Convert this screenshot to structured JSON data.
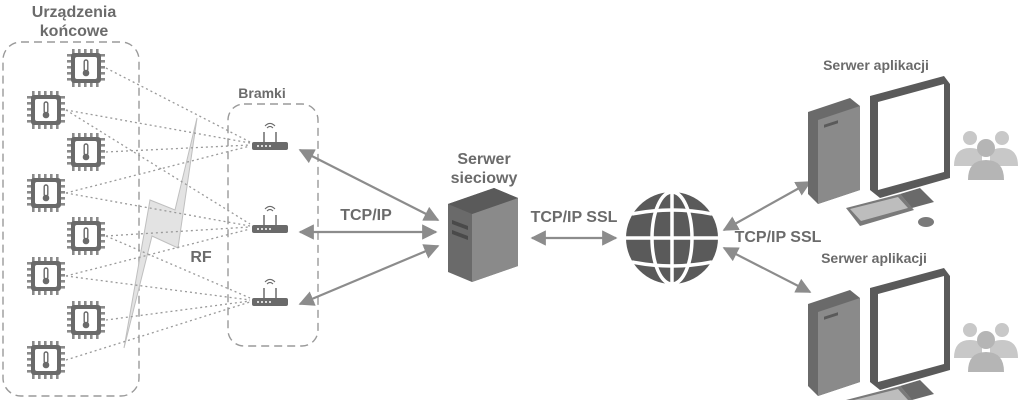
{
  "labels": {
    "devices_line1": "Urządzenia",
    "devices_line2": "końcowe",
    "gateways": "Bramki",
    "rf": "RF",
    "tcpip": "TCP/IP",
    "server_line1": "Serwer",
    "server_line2": "sieciowy",
    "tcpip_ssl_left": "TCP/IP SSL",
    "tcpip_ssl_right": "TCP/IP SSL",
    "app_server_top": "Serwer aplikacji",
    "app_server_bottom": "Serwer aplikacji"
  },
  "icons": {
    "device": "iot-sensor-chip-icon",
    "gateway": "router-icon",
    "network_server": "server-tower-icon",
    "internet": "globe-icon",
    "app_server": "desktop-computer-icon",
    "users": "user-group-icon",
    "rf": "lightning-bolt-icon"
  },
  "colors": {
    "icon_dark": "#5a5a5a",
    "icon_mid": "#8a8a8a",
    "icon_light": "#bdbdbd",
    "label": "#6b6b6b",
    "line": "#8c8c8c",
    "users": "#c8c8c8"
  }
}
